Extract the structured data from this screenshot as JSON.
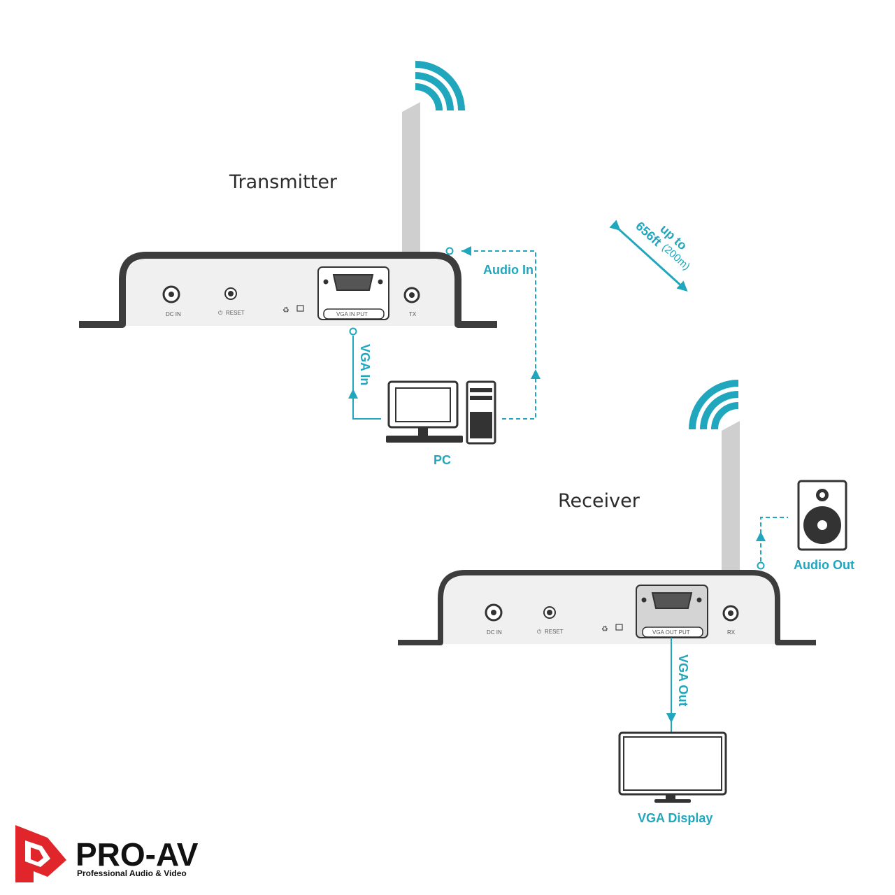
{
  "transmitter": {
    "title": "Transmitter",
    "ports": {
      "dc_in": "DC IN",
      "reset": "RESET",
      "vga": "VGA IN PUT",
      "antenna": "TX"
    }
  },
  "receiver": {
    "title": "Receiver",
    "ports": {
      "dc_in": "DC IN",
      "reset": "RESET",
      "vga": "VGA OUT PUT",
      "antenna": "RX"
    }
  },
  "labels": {
    "audio_in": "Audio In",
    "vga_in": "VGA In",
    "pc": "PC",
    "audio_out": "Audio Out",
    "vga_out": "VGA Out",
    "vga_display": "VGA Display",
    "range_up_to": "up to",
    "range_ft": "656ft",
    "range_m": "(200m)"
  },
  "logo": {
    "name": "PRO-AV",
    "tagline": "Professional Audio & Video"
  },
  "colors": {
    "accent": "#21a7bd",
    "device_body": "#f0f0f0",
    "device_outline": "#3d3d3d",
    "antenna": "#cfcfcf",
    "logo_red": "#e0262b"
  }
}
